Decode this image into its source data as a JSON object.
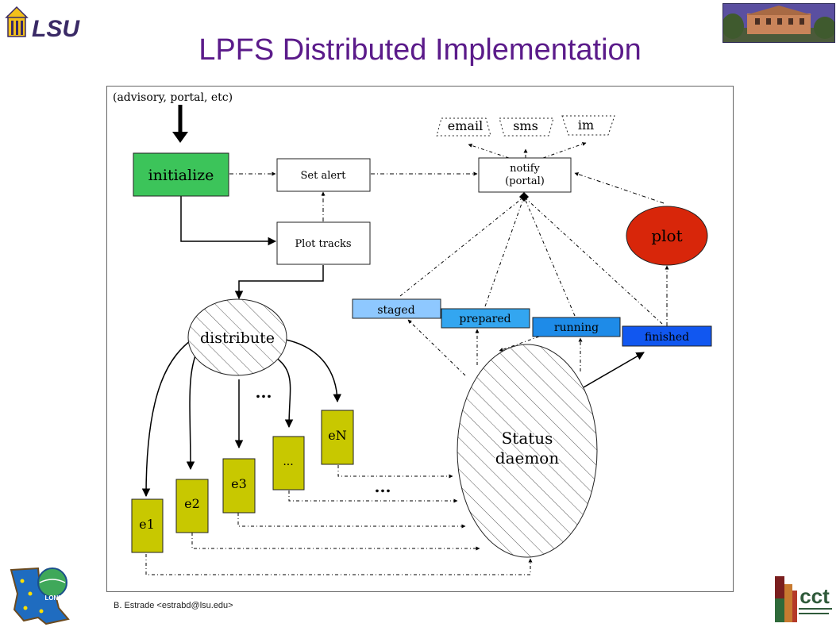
{
  "slide": {
    "title": "LPFS Distributed Implementation",
    "footer": "B. Estrade <estrabd@lsu.edu>"
  },
  "logos": {
    "lsu_text": "LSU",
    "loni_text": "LONI",
    "cct_text": "cct"
  },
  "diagram": {
    "source_label": "(advisory, portal, etc)",
    "nodes": {
      "initialize": "initialize",
      "set_alert": "Set alert",
      "plot_tracks": "Plot tracks",
      "notify_line1": "notify",
      "notify_line2": "(portal)",
      "email": "email",
      "sms": "sms",
      "im": "im",
      "plot": "plot",
      "distribute": "distribute",
      "staged": "staged",
      "prepared": "prepared",
      "running": "running",
      "finished": "finished",
      "status_line1": "Status",
      "status_line2": "daemon",
      "e1": "e1",
      "e2": "e2",
      "e3": "e3",
      "e_dots": "...",
      "eN": "eN",
      "ellipsis_top": "...",
      "ellipsis_bottom": "..."
    },
    "colors": {
      "initialize": "#3cc45a",
      "plot": "#d8260a",
      "staged": "#8ec8ff",
      "prepared": "#33a6f0",
      "running": "#1e8be8",
      "finished": "#1157f0",
      "ensemble": "#c8c800",
      "title": "#5b1b8a"
    }
  }
}
